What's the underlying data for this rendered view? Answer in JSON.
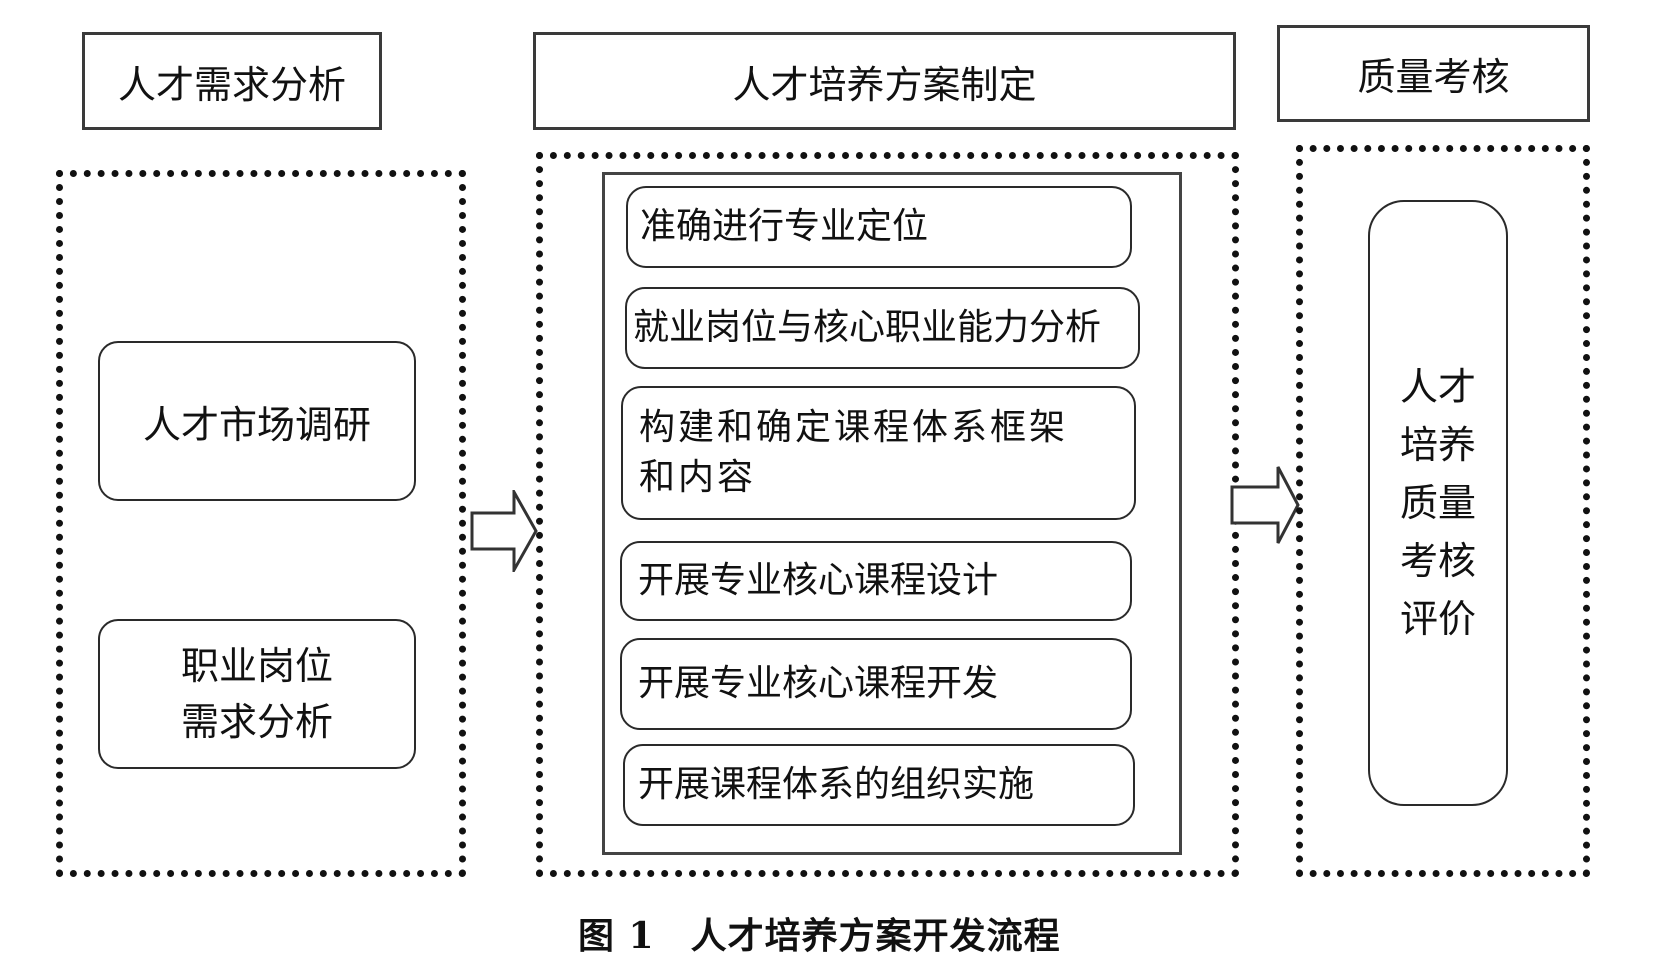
{
  "headers": {
    "talent_demand_analysis": "人才需求分析",
    "training_plan_formulation": "人才培养方案制定",
    "quality_assessment": "质量考核"
  },
  "left_group": {
    "items": [
      {
        "label": "人才市场调研"
      },
      {
        "line1": "职业岗位",
        "line2": "需求分析"
      }
    ]
  },
  "middle_group": {
    "steps": [
      {
        "label": "准确进行专业定位"
      },
      {
        "label": "就业岗位与核心职业能力分析"
      },
      {
        "line1": "构建和确定课程体系框架",
        "line2": "和内容"
      },
      {
        "label": "开展专业核心课程设计"
      },
      {
        "label": "开展专业核心课程开发"
      },
      {
        "label": "开展课程体系的组织实施"
      }
    ]
  },
  "right_group": {
    "lines": [
      "人才",
      "培养",
      "质量",
      "考核",
      "评价"
    ]
  },
  "arrows": [
    {
      "from": "人才需求分析",
      "to": "人才培养方案制定",
      "icon": "hollow-right-arrow"
    },
    {
      "from": "人才培养方案制定",
      "to": "质量考核",
      "icon": "hollow-right-arrow"
    }
  ],
  "caption": {
    "figure_number": "图 1",
    "title": "人才培养方案开发流程"
  }
}
